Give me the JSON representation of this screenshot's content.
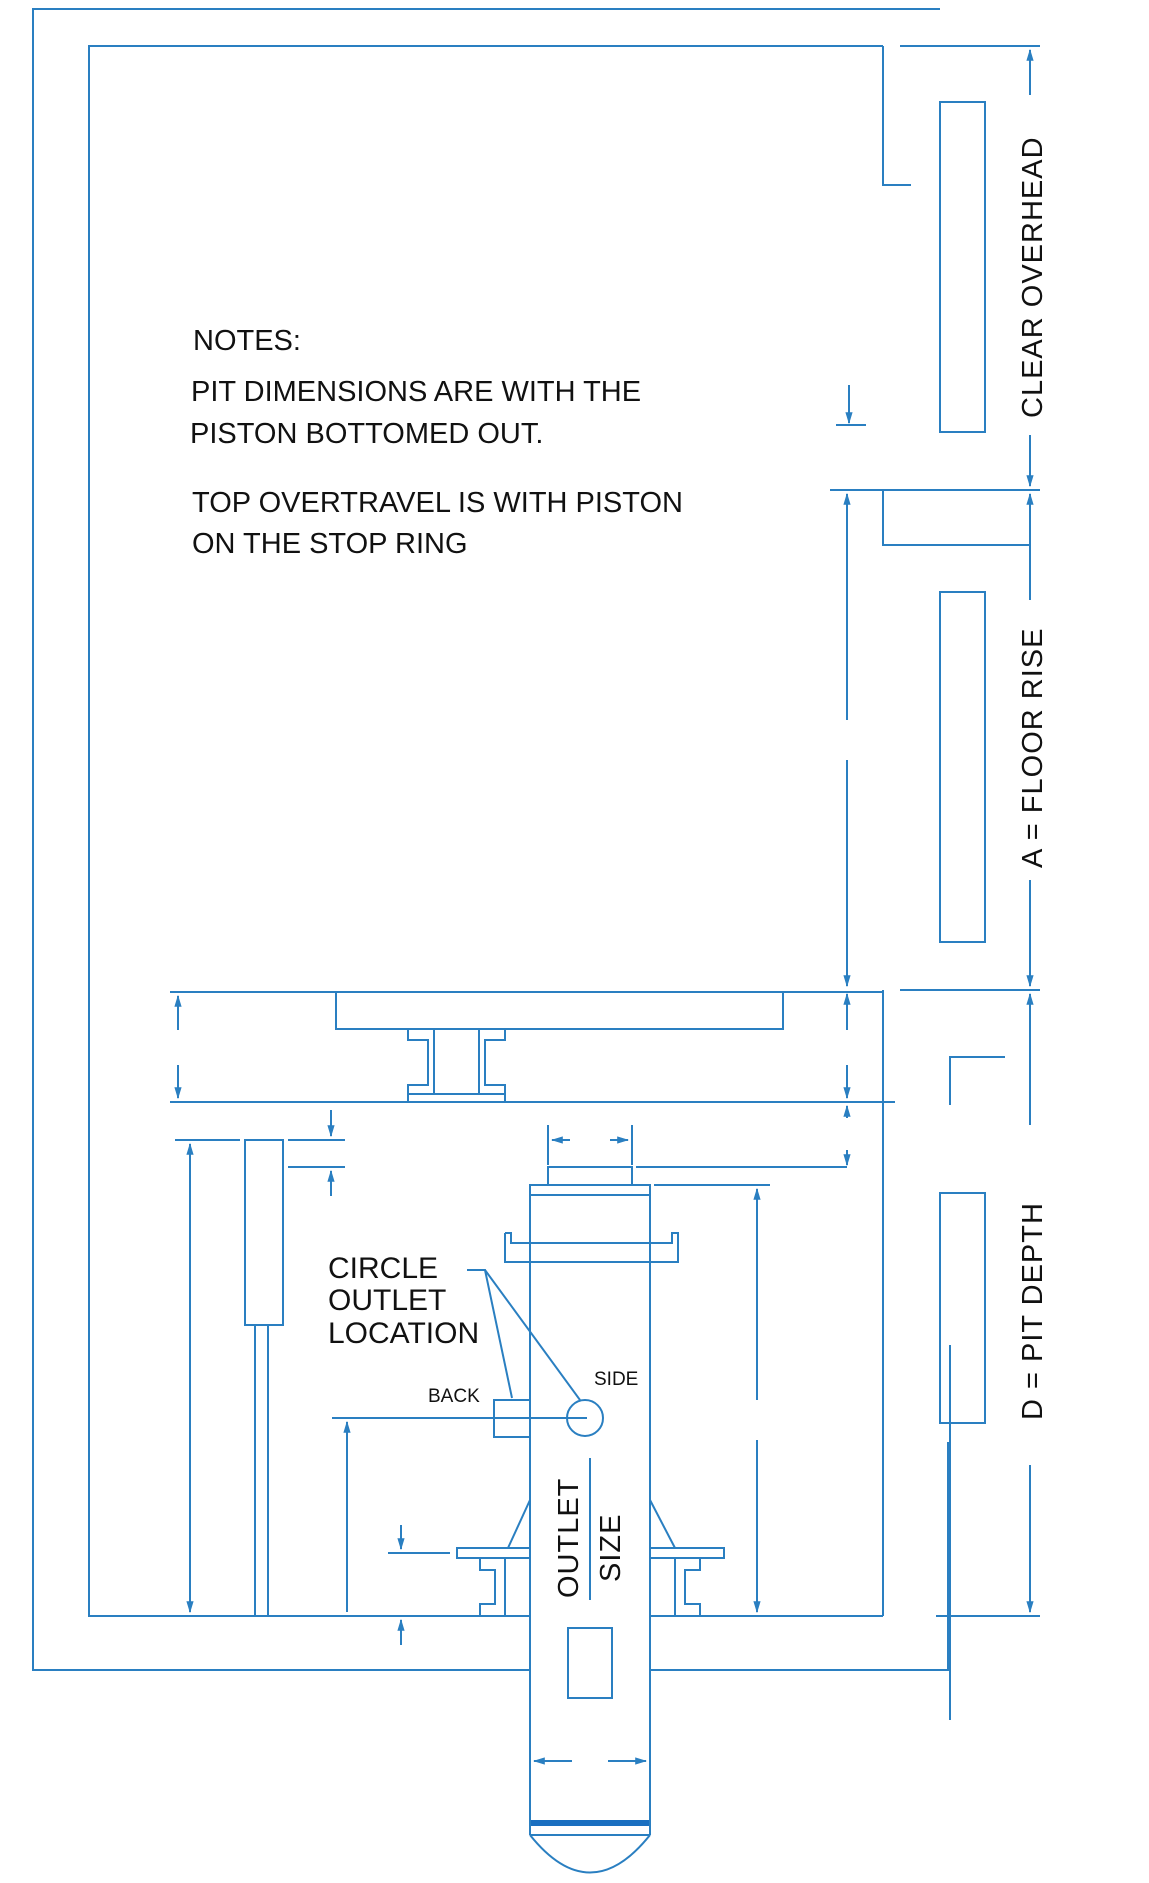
{
  "title": "Hydraulic Elevator Pit / Overhead Dimension Diagram",
  "colors": {
    "line": "#2a7fc1",
    "text": "#111111",
    "background": "#ffffff"
  },
  "notes": {
    "heading": "NOTES:",
    "lines": [
      "PIT DIMENSIONS ARE WITH THE",
      "PISTON BOTTOMED OUT.",
      "TOP OVERTRAVEL IS WITH PISTON",
      "ON THE STOP RING"
    ]
  },
  "dimensions": {
    "clear_overhead": "CLEAR OVERHEAD",
    "floor_rise": "A = FLOOR RISE",
    "pit_depth": "D = PIT DEPTH"
  },
  "callouts": {
    "circle_outlet": [
      "CIRCLE",
      "OUTLET",
      "LOCATION"
    ],
    "back": "BACK",
    "side": "SIDE",
    "outlet_size": [
      "OUTLET",
      "SIZE"
    ]
  }
}
